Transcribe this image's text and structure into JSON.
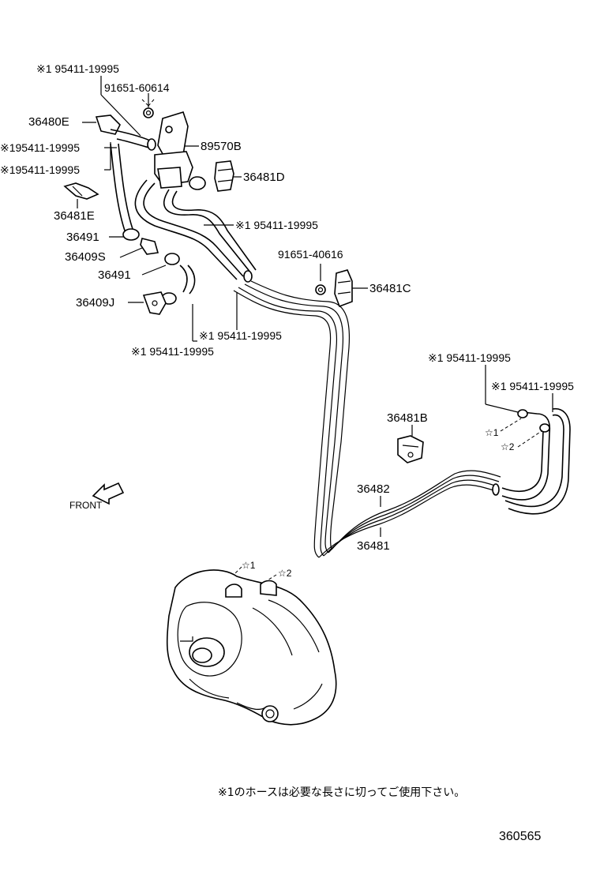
{
  "labels": {
    "hose_top": "※1 95411-19995",
    "bolt_top": "91651-60614",
    "p36480e": "36480E",
    "p89570b": "89570B",
    "hose_l1": "※195411-19995",
    "hose_l2": "※195411-19995",
    "p36481d": "36481D",
    "p36481e": "36481E",
    "hose_mid": "※1 95411-19995",
    "p36491a": "36491",
    "p36409s": "36409S",
    "bolt_mid": "91651-40616",
    "p36491b": "36491",
    "p36481c": "36481C",
    "p36409j": "36409J",
    "hose_low1": "※1 95411-19995",
    "hose_low2": "※1  95411-19995",
    "hose_r1": "※1 95411-19995",
    "hose_r2": "※1 95411-19995",
    "p36481b": "36481B",
    "star1_r": "☆1",
    "star2_r": "☆2",
    "front": "FRONT",
    "p36482": "36482",
    "p36481": "36481",
    "star1_b": "☆1",
    "star2_b": "☆2",
    "note": "※1のホースは必要な長さに切ってご使用下さい。",
    "code": "360565"
  }
}
